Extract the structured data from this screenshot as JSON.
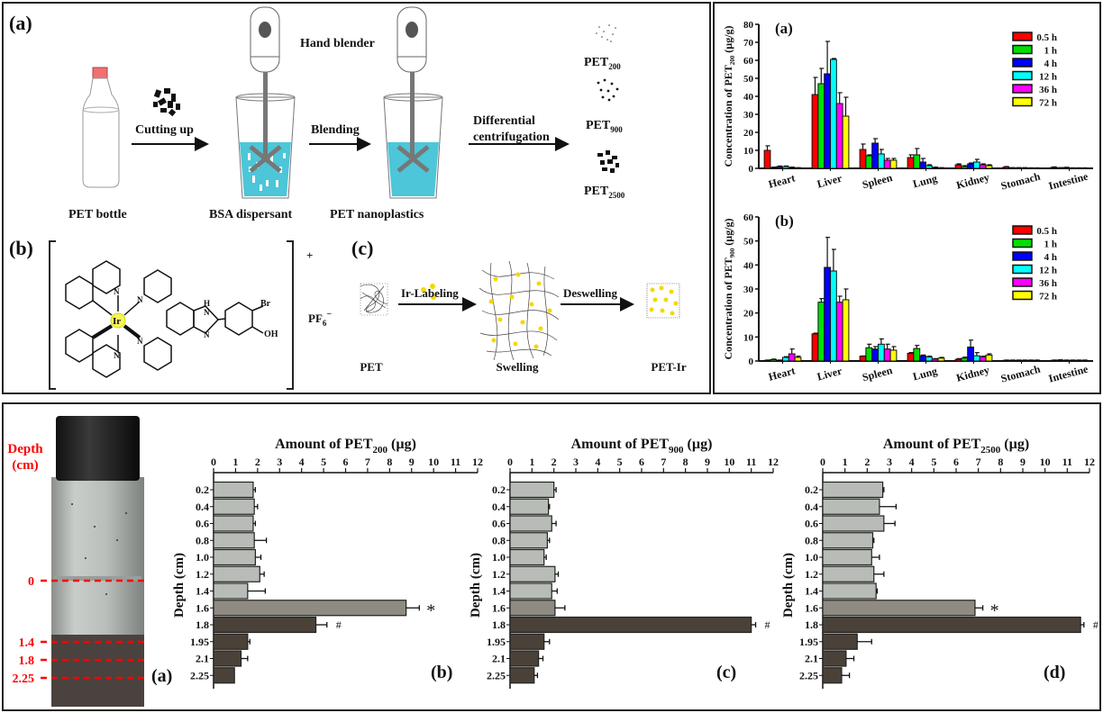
{
  "diagram": {
    "panel_a": "(a)",
    "hand_blender": "Hand blender",
    "cutting_up": "Cutting up",
    "blending": "Blending",
    "diff_1": "Differential",
    "diff_2": "centrifugation",
    "pet_bottle": "PET bottle",
    "bsa": "BSA dispersant",
    "nanoplastics": "PET nanoplastics",
    "pet": "PET",
    "sub200": "200",
    "sub900": "900",
    "sub2500": "2500",
    "panel_b": "(b)",
    "charge": "+",
    "pf": "PF",
    "pf_sub": "6",
    "pf_sup": "−",
    "ir": "Ir",
    "n": "N",
    "h": "H",
    "br": "Br",
    "oh": "OH",
    "panel_c": "(c)",
    "ir_labeling": "Ir-Labeling",
    "deswelling": "Deswelling",
    "pet_label": "PET",
    "swelling": "Swelling",
    "pet_ir": "PET-Ir"
  },
  "photo": {
    "depth_title_1": "Depth",
    "depth_title_2": "(cm)",
    "marks": [
      "0",
      "1.4",
      "1.8",
      "2.25"
    ],
    "panel": "(a)",
    "color": "#ff0000"
  },
  "chart_data": [
    {
      "type": "bar",
      "panel": "(a)",
      "title": "",
      "ylabel_pre": "Concentration of PET",
      "ylabel_sub": "200",
      "ylabel_post": " (µg/g)",
      "ylim": [
        0,
        80
      ],
      "yticks": [
        "0",
        "10",
        "20",
        "30",
        "40",
        "50",
        "60",
        "70",
        "80"
      ],
      "categories": [
        "Heart",
        "Liver",
        "Spleen",
        "Lung",
        "Kidney",
        "Stomach",
        "Intestine"
      ],
      "legend_position": "top-right",
      "series": [
        {
          "name": "0.5 h",
          "color": "#ff0000",
          "values": [
            10,
            41,
            10.5,
            6,
            2,
            0.8,
            0.6
          ],
          "errors": [
            2.5,
            9.5,
            3,
            1.5,
            0.5,
            0.2,
            0.2
          ]
        },
        {
          "name": "1 h",
          "color": "#00e000",
          "values": [
            0.5,
            47,
            7,
            7.5,
            1,
            0.3,
            0.3
          ],
          "errors": [
            0.2,
            8.5,
            0.5,
            3.5,
            0.5,
            0.1,
            0.1
          ]
        },
        {
          "name": "4 h",
          "color": "#0000ff",
          "values": [
            1,
            52.5,
            14,
            3.5,
            2.5,
            0.3,
            0.5
          ],
          "errors": [
            0.3,
            18,
            2.5,
            2,
            0.5,
            0.1,
            0.1
          ]
        },
        {
          "name": "12 h",
          "color": "#00ffff",
          "values": [
            1,
            60.5,
            8,
            1.5,
            3.5,
            0.3,
            0.2
          ],
          "errors": [
            0.3,
            0.5,
            2.5,
            0.5,
            1.5,
            0.1,
            0.1
          ]
        },
        {
          "name": "36 h",
          "color": "#ff00ff",
          "values": [
            0.5,
            36,
            4.5,
            0.5,
            2,
            0.2,
            0.2
          ],
          "errors": [
            0.2,
            6,
            1,
            0.2,
            0.5,
            0.1,
            0.1
          ]
        },
        {
          "name": "72 h",
          "color": "#ffff00",
          "values": [
            0.3,
            29,
            4.5,
            0.3,
            1.5,
            0.2,
            0.2
          ],
          "errors": [
            0.1,
            10.5,
            1,
            0.1,
            0.5,
            0.1,
            0.1
          ]
        }
      ]
    },
    {
      "type": "bar",
      "panel": "(b)",
      "title": "",
      "ylabel_pre": "Concentration of PET",
      "ylabel_sub": "900",
      "ylabel_post": " (µg/g)",
      "ylim": [
        0,
        60
      ],
      "yticks": [
        "0",
        "10",
        "20",
        "30",
        "40",
        "50",
        "60"
      ],
      "categories": [
        "Heart",
        "Liver",
        "Spleen",
        "Lung",
        "Kidney",
        "Stomach",
        "Intestine"
      ],
      "legend_position": "top-right",
      "series": [
        {
          "name": "0.5 h",
          "color": "#ff0000",
          "values": [
            0.3,
            11.3,
            2,
            3.2,
            0.7,
            0.3,
            0.3
          ],
          "errors": [
            0.1,
            0.3,
            0.1,
            0.3,
            0.3,
            0.1,
            0.1
          ]
        },
        {
          "name": "1 h",
          "color": "#00e000",
          "values": [
            0.6,
            24.5,
            5.5,
            5.2,
            1.2,
            0.3,
            0.4
          ],
          "errors": [
            0.2,
            1.5,
            1.5,
            1.3,
            0.4,
            0.1,
            0.1
          ]
        },
        {
          "name": "4 h",
          "color": "#0000ff",
          "values": [
            0.3,
            39,
            5,
            2.2,
            5.8,
            0.3,
            0.3
          ],
          "errors": [
            0.1,
            12.5,
            1,
            0.3,
            2.9,
            0.1,
            0.1
          ]
        },
        {
          "name": "12 h",
          "color": "#00ffff",
          "values": [
            1.5,
            37.5,
            7,
            1.7,
            2.2,
            0.3,
            0.3
          ],
          "errors": [
            0.3,
            9,
            2.2,
            0.3,
            1.3,
            0.1,
            0.1
          ]
        },
        {
          "name": "36 h",
          "color": "#ff00ff",
          "values": [
            3,
            24.5,
            5,
            0.8,
            1.8,
            0.3,
            0.3
          ],
          "errors": [
            2,
            2.5,
            2,
            0.2,
            0.2,
            0.1,
            0.1
          ]
        },
        {
          "name": "72 h",
          "color": "#ffff00",
          "values": [
            1.5,
            25.5,
            4.5,
            1.2,
            2.5,
            0.3,
            0.3
          ],
          "errors": [
            0.5,
            4.5,
            1.5,
            0.3,
            0.5,
            0.1,
            0.1
          ]
        }
      ]
    },
    {
      "type": "bar",
      "orientation": "horizontal",
      "panel": "(b)",
      "title_pre": "Amount of PET",
      "title_sub": "200",
      "title_post": " (µg)",
      "ylabel": "Depth (cm)",
      "xlim": [
        0,
        12
      ],
      "xticks": [
        "0",
        "1",
        "2",
        "3",
        "4",
        "5",
        "6",
        "7",
        "8",
        "9",
        "10",
        "11",
        "12"
      ],
      "categories": [
        "0.2",
        "0.4",
        "0.6",
        "0.8",
        "1.0",
        "1.2",
        "1.4",
        "1.6",
        "1.8",
        "1.95",
        "2.1",
        "2.25"
      ],
      "values": [
        1.8,
        1.85,
        1.8,
        1.85,
        1.9,
        2.1,
        1.55,
        8.75,
        4.65,
        1.55,
        1.25,
        0.95
      ],
      "errors": [
        0.1,
        0.15,
        0.1,
        0.55,
        0.25,
        0.2,
        0.8,
        0.6,
        0.5,
        0.1,
        0.3,
        0
      ],
      "annotations": [
        "",
        "",
        "",
        "",
        "",
        "",
        "",
        "*",
        "#",
        "",
        "",
        ""
      ]
    },
    {
      "type": "bar",
      "orientation": "horizontal",
      "panel": "(c)",
      "title_pre": "Amount of PET",
      "title_sub": "900",
      "title_post": " (µg)",
      "ylabel": "Depth (cm)",
      "xlim": [
        0,
        12
      ],
      "xticks": [
        "0",
        "1",
        "2",
        "3",
        "4",
        "5",
        "6",
        "7",
        "8",
        "9",
        "10",
        "11",
        "12"
      ],
      "categories": [
        "0.2",
        "0.4",
        "0.6",
        "0.8",
        "1.0",
        "1.2",
        "1.4",
        "1.6",
        "1.8",
        "1.95",
        "2.1",
        "2.25"
      ],
      "values": [
        2.0,
        1.75,
        1.9,
        1.7,
        1.55,
        2.05,
        1.9,
        2.05,
        11.0,
        1.55,
        1.3,
        1.1
      ],
      "errors": [
        0.1,
        0.05,
        0.2,
        0.1,
        0.1,
        0.15,
        0.25,
        0.45,
        0.2,
        0.25,
        0.2,
        0.15
      ],
      "annotations": [
        "",
        "",
        "",
        "",
        "",
        "",
        "",
        "",
        "#",
        "",
        "",
        ""
      ]
    },
    {
      "type": "bar",
      "orientation": "horizontal",
      "panel": "(d)",
      "title_pre": "Amount of PET",
      "title_sub": "2500",
      "title_post": " (µg)",
      "ylabel": "Depth (cm)",
      "xlim": [
        0,
        12
      ],
      "xticks": [
        "0",
        "1",
        "2",
        "3",
        "4",
        "5",
        "6",
        "7",
        "8",
        "9",
        "10",
        "11",
        "12"
      ],
      "categories": [
        "0.2",
        "0.4",
        "0.6",
        "0.8",
        "1.0",
        "1.2",
        "1.4",
        "1.6",
        "1.8",
        "1.95",
        "2.1",
        "2.25"
      ],
      "values": [
        2.7,
        2.55,
        2.75,
        2.25,
        2.2,
        2.3,
        2.4,
        6.85,
        11.6,
        1.55,
        1.05,
        0.85
      ],
      "errors": [
        0.05,
        0.75,
        0.5,
        0.05,
        0.35,
        0.45,
        0.05,
        0.35,
        0.15,
        0.65,
        0.35,
        0.35
      ],
      "annotations": [
        "",
        "",
        "",
        "",
        "",
        "",
        "",
        "*",
        "#",
        "",
        "",
        ""
      ]
    }
  ],
  "bar_colors": {
    "upper": "#b8bcb6",
    "mid": "#8f8b83",
    "lower": "#4a4239"
  }
}
